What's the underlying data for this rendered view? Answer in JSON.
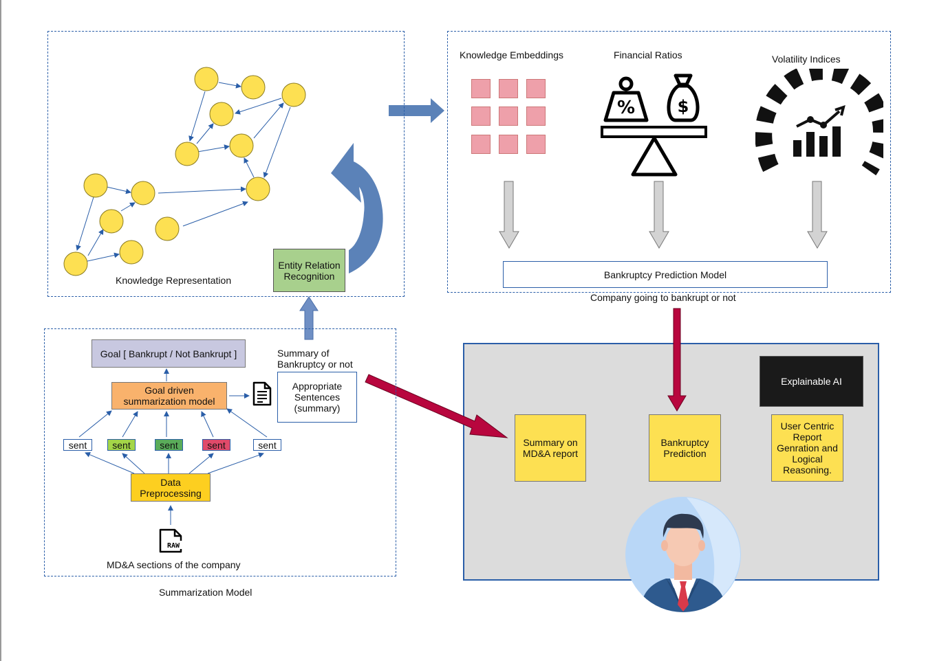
{
  "knowledge": {
    "label": "Knowledge Representation",
    "er_box": "Entity Relation Recognition"
  },
  "features": {
    "embeddings": "Knowledge Embeddings",
    "ratios": "Financial Ratios",
    "volatility": "Volatility Indices",
    "model": "Bankruptcy Prediction Model",
    "output_caption": "Company going to bankrupt or not"
  },
  "summarization": {
    "goal": "Goal [ Bankrupt / Not Bankrupt ]",
    "goal_model": "Goal driven summarization model",
    "summary_caption": "Summary of Bankruptcy or not",
    "appropriate": "Appropriate Sentences (summary)",
    "sent": "sent",
    "preprocessing": "Data Preprocessing",
    "raw_icon_text": "RAW",
    "source": "MD&A sections of the company",
    "title": "Summarization Model"
  },
  "xai": {
    "title": "Explainable AI",
    "summary_report": "Summary on MD&A report",
    "prediction": "Bankruptcy Prediction",
    "user_centric": "User Centric Report Genration and Logical Reasoning."
  },
  "colors": {
    "dashed_border": "#2a5ea8",
    "node": "#fde052",
    "arrow_blue": "#5b82b8",
    "arrow_crimson": "#b8063e",
    "goal_box": "#c8c8e0",
    "model_box": "#f9b26c",
    "er_box": "#a8d08d",
    "sent_green_light": "#a4d648",
    "sent_green": "#5aac5a",
    "sent_red": "#e04a6a",
    "xai_panel": "#dcdcdc",
    "xai_dark": "#1a1a1a"
  }
}
